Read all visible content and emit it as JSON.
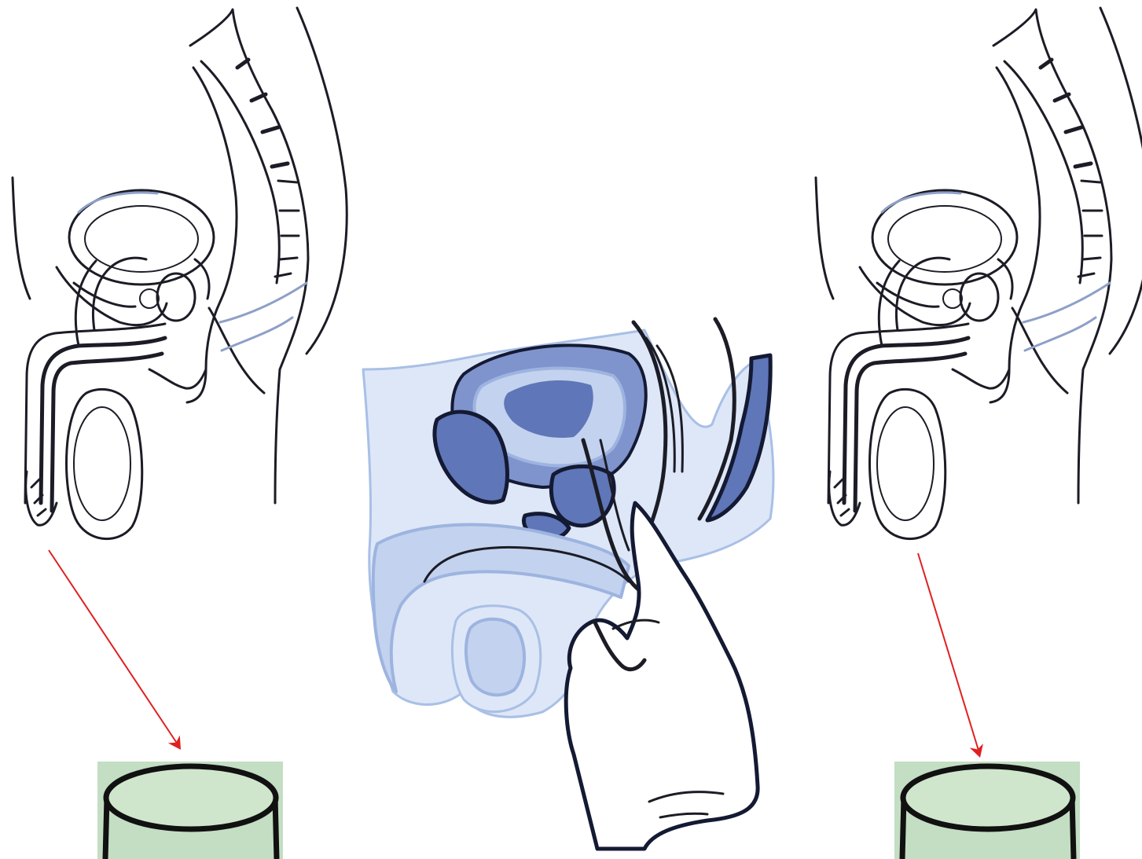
{
  "figure": {
    "panels": [
      {
        "name": "left-sagittal-pelvis",
        "icon": "male-pelvis-sagittal-icon"
      },
      {
        "name": "center-rectal-exam",
        "icon": "digital-rectal-exam-icon"
      },
      {
        "name": "right-sagittal-pelvis",
        "icon": "male-pelvis-sagittal-icon"
      }
    ],
    "arrows": [
      {
        "name": "left-collection-arrow",
        "icon": "arrow-icon"
      },
      {
        "name": "right-collection-arrow",
        "icon": "arrow-icon"
      }
    ],
    "containers": [
      {
        "name": "left-specimen-cup",
        "icon": "specimen-cup-icon"
      },
      {
        "name": "right-specimen-cup",
        "icon": "specimen-cup-icon"
      }
    ],
    "colors": {
      "arrow": "#e02020",
      "cup_background": "#c3dec3",
      "cup_fill": "#cfe6cd",
      "anatomy_blue": "#5f76b8",
      "anatomy_light_blue": "#c3d2ee",
      "ink": "#1c1c26"
    }
  }
}
